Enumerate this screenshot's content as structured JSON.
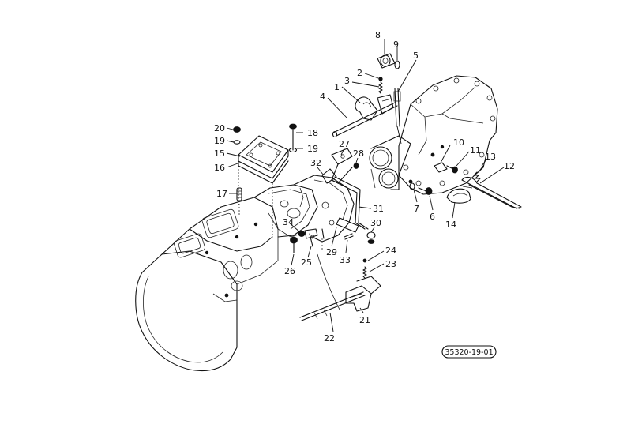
{
  "diagram": {
    "reference_code": "35320-19-01",
    "parts": [
      {
        "id": "p1",
        "num": "1"
      },
      {
        "id": "p2",
        "num": "2"
      },
      {
        "id": "p3",
        "num": "3"
      },
      {
        "id": "p4",
        "num": "4"
      },
      {
        "id": "p5",
        "num": "5"
      },
      {
        "id": "p6",
        "num": "6"
      },
      {
        "id": "p7",
        "num": "7"
      },
      {
        "id": "p8",
        "num": "8"
      },
      {
        "id": "p9",
        "num": "9"
      },
      {
        "id": "p10",
        "num": "10"
      },
      {
        "id": "p11",
        "num": "11"
      },
      {
        "id": "p12",
        "num": "12"
      },
      {
        "id": "p13",
        "num": "13"
      },
      {
        "id": "p14",
        "num": "14"
      },
      {
        "id": "p15",
        "num": "15"
      },
      {
        "id": "p16",
        "num": "16"
      },
      {
        "id": "p17",
        "num": "17"
      },
      {
        "id": "p18",
        "num": "18"
      },
      {
        "id": "p19a",
        "num": "19"
      },
      {
        "id": "p19b",
        "num": "19"
      },
      {
        "id": "p20",
        "num": "20"
      },
      {
        "id": "p21",
        "num": "21"
      },
      {
        "id": "p22",
        "num": "22"
      },
      {
        "id": "p23",
        "num": "23"
      },
      {
        "id": "p24",
        "num": "24"
      },
      {
        "id": "p25",
        "num": "25"
      },
      {
        "id": "p26",
        "num": "26"
      },
      {
        "id": "p27",
        "num": "27"
      },
      {
        "id": "p28",
        "num": "28"
      },
      {
        "id": "p29",
        "num": "29"
      },
      {
        "id": "p30",
        "num": "30"
      },
      {
        "id": "p31",
        "num": "31"
      },
      {
        "id": "p32",
        "num": "32"
      },
      {
        "id": "p33",
        "num": "33"
      },
      {
        "id": "p34",
        "num": "34"
      }
    ]
  }
}
